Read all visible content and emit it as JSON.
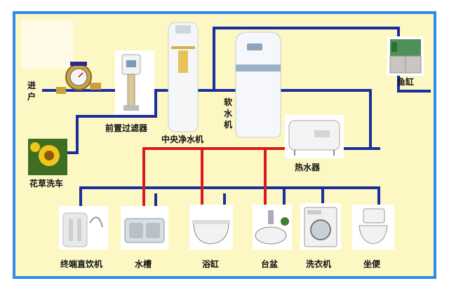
{
  "colors": {
    "background": "#fdf7c4",
    "border": "#2f8be8",
    "cold_pipe": "#1a2f9e",
    "hot_pipe": "#d81b1b"
  },
  "labels": {
    "inlet_chars": [
      "进",
      "户"
    ],
    "prefilter": "前置过滤器",
    "central_purifier": "中央净水机",
    "softener_chars": [
      "软",
      "水",
      "机"
    ],
    "aquarium": "鱼缸",
    "water_heater": "热水器",
    "garden": "花草洗车",
    "drinking": "终端直饮机",
    "sink": "水槽",
    "bathtub": "浴缸",
    "basin": "台盆",
    "washer": "洗衣机",
    "toilet": "坐便"
  },
  "icons": [
    "water-meter-icon",
    "prefilter-icon",
    "central-purifier-icon",
    "softener-icon",
    "aquarium-icon",
    "water-heater-icon",
    "flower-icon",
    "drinking-machine-icon",
    "sink-icon",
    "bathtub-icon",
    "basin-icon",
    "washing-machine-icon",
    "toilet-icon"
  ]
}
